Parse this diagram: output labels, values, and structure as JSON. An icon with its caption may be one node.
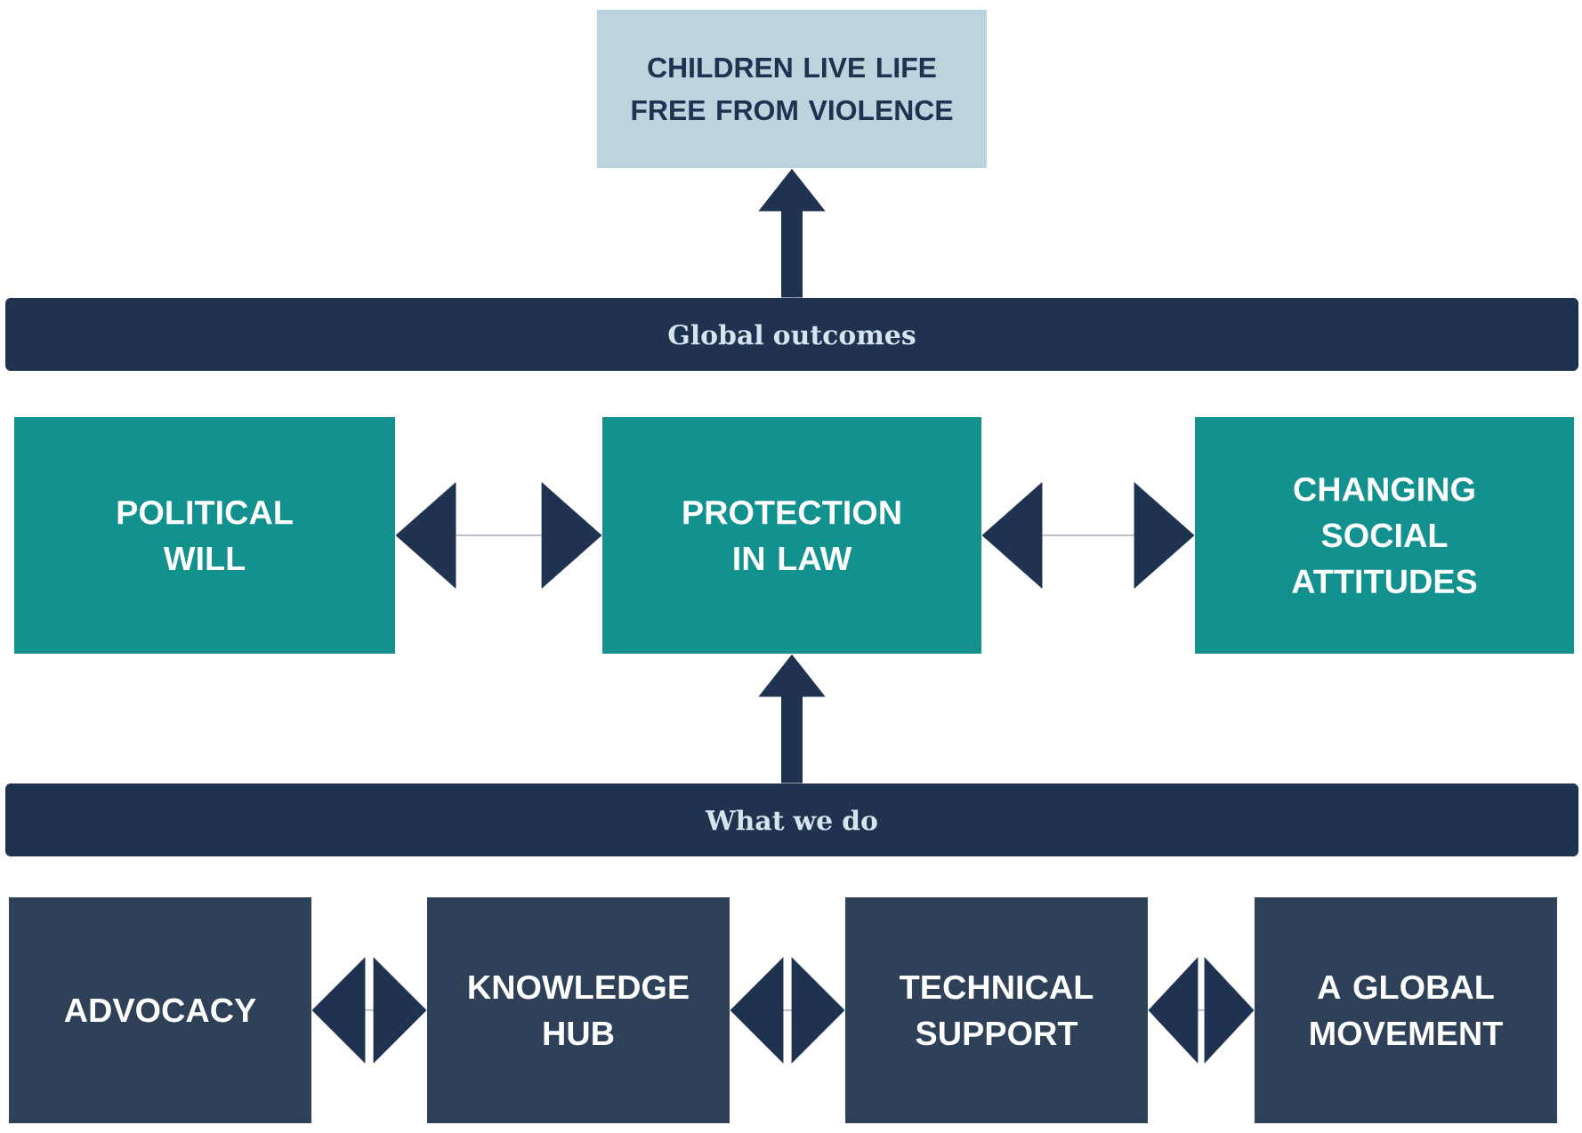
{
  "diagram": {
    "nodes": [
      {
        "text": [
          "CHILDREN LIVE LIFE FREE FROM VIOLENCE"
        ]
      },
      {
        "text": [
          "Global outcomes"
        ]
      },
      {
        "text": [
          "POLITICAL WILL"
        ]
      },
      {
        "text": [
          "PROTECTION IN LAW"
        ]
      },
      {
        "text": [
          "CHANGING SOCIAL ATTITUDES"
        ]
      },
      {
        "text": [
          "What we do"
        ]
      },
      {
        "text": [
          "ADVOCACY"
        ]
      },
      {
        "text": [
          "KNOWLEDGE HUB"
        ]
      },
      {
        "text": [
          "TECHNICAL SUPPORT"
        ]
      },
      {
        "text": [
          "A GLOBAL MOVEMENT"
        ]
      }
    ],
    "edges": [
      {
        "from": 1,
        "to": 0,
        "arrow": "to",
        "style": "thick"
      },
      {
        "from": 2,
        "to": 3,
        "arrow": "both"
      },
      {
        "from": 3,
        "to": 4,
        "arrow": "both"
      },
      {
        "from": 5,
        "to": 3,
        "arrow": "to",
        "style": "thick"
      },
      {
        "from": 6,
        "to": 7,
        "arrow": "both"
      },
      {
        "from": 7,
        "to": 8,
        "arrow": "both"
      },
      {
        "from": 8,
        "to": 9,
        "arrow": "both"
      }
    ]
  }
}
